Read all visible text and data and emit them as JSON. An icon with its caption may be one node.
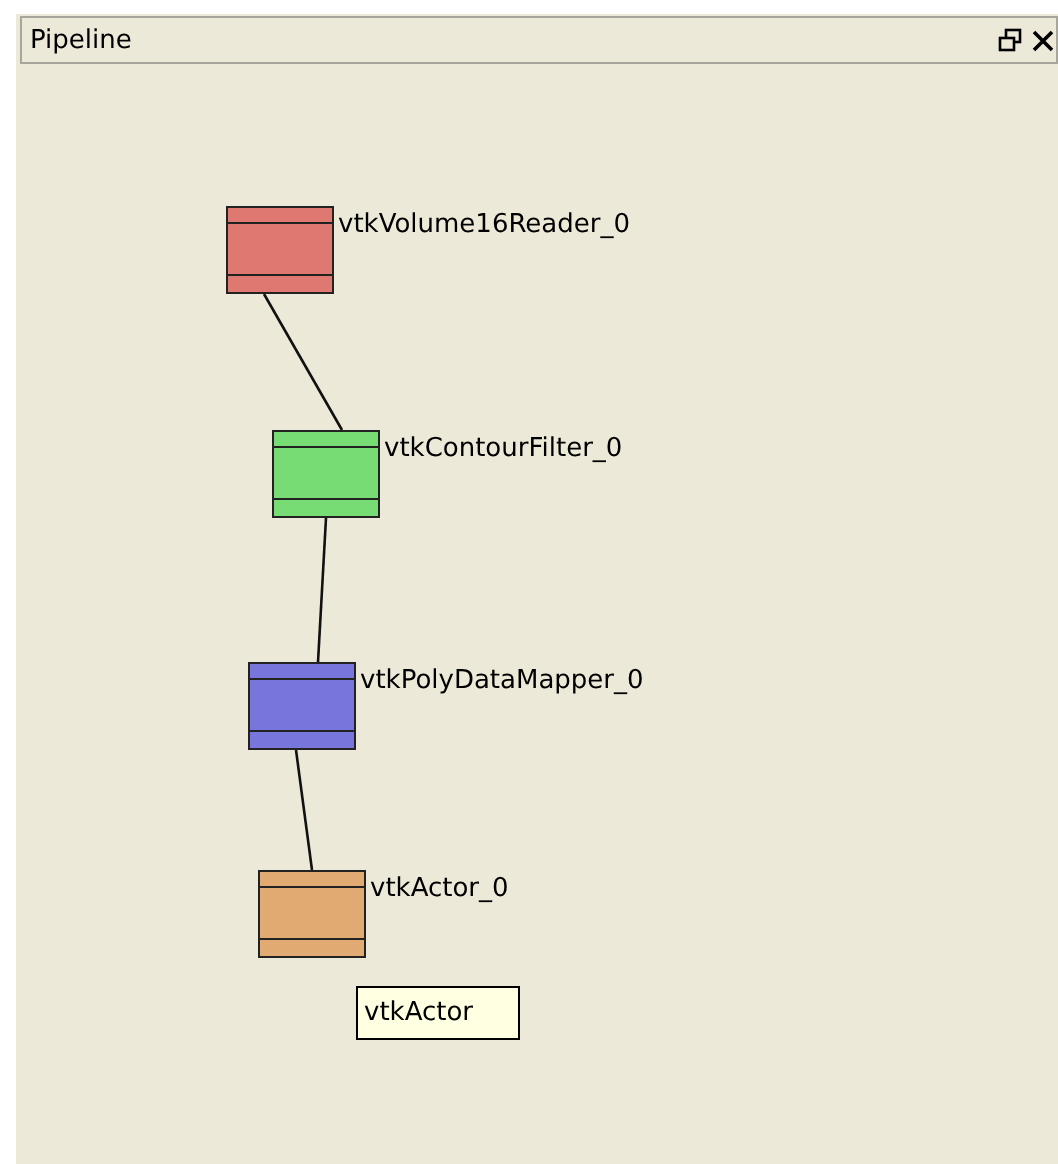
{
  "diagram": {
    "title": "Pipeline",
    "nodes": [
      {
        "text": [
          "vtkVolume16Reader_0"
        ]
      },
      {
        "text": [
          "vtkContourFilter_0"
        ]
      },
      {
        "text": [
          "vtkPolyDataMapper_0"
        ]
      },
      {
        "text": [
          "vtkActor_0"
        ]
      },
      {
        "text": [
          "vtkActor"
        ]
      }
    ],
    "edges": [
      {
        "from": 0,
        "to": 1,
        "arrow": "none"
      },
      {
        "from": 1,
        "to": 2,
        "arrow": "none"
      },
      {
        "from": 2,
        "to": 3,
        "arrow": "none"
      }
    ]
  }
}
